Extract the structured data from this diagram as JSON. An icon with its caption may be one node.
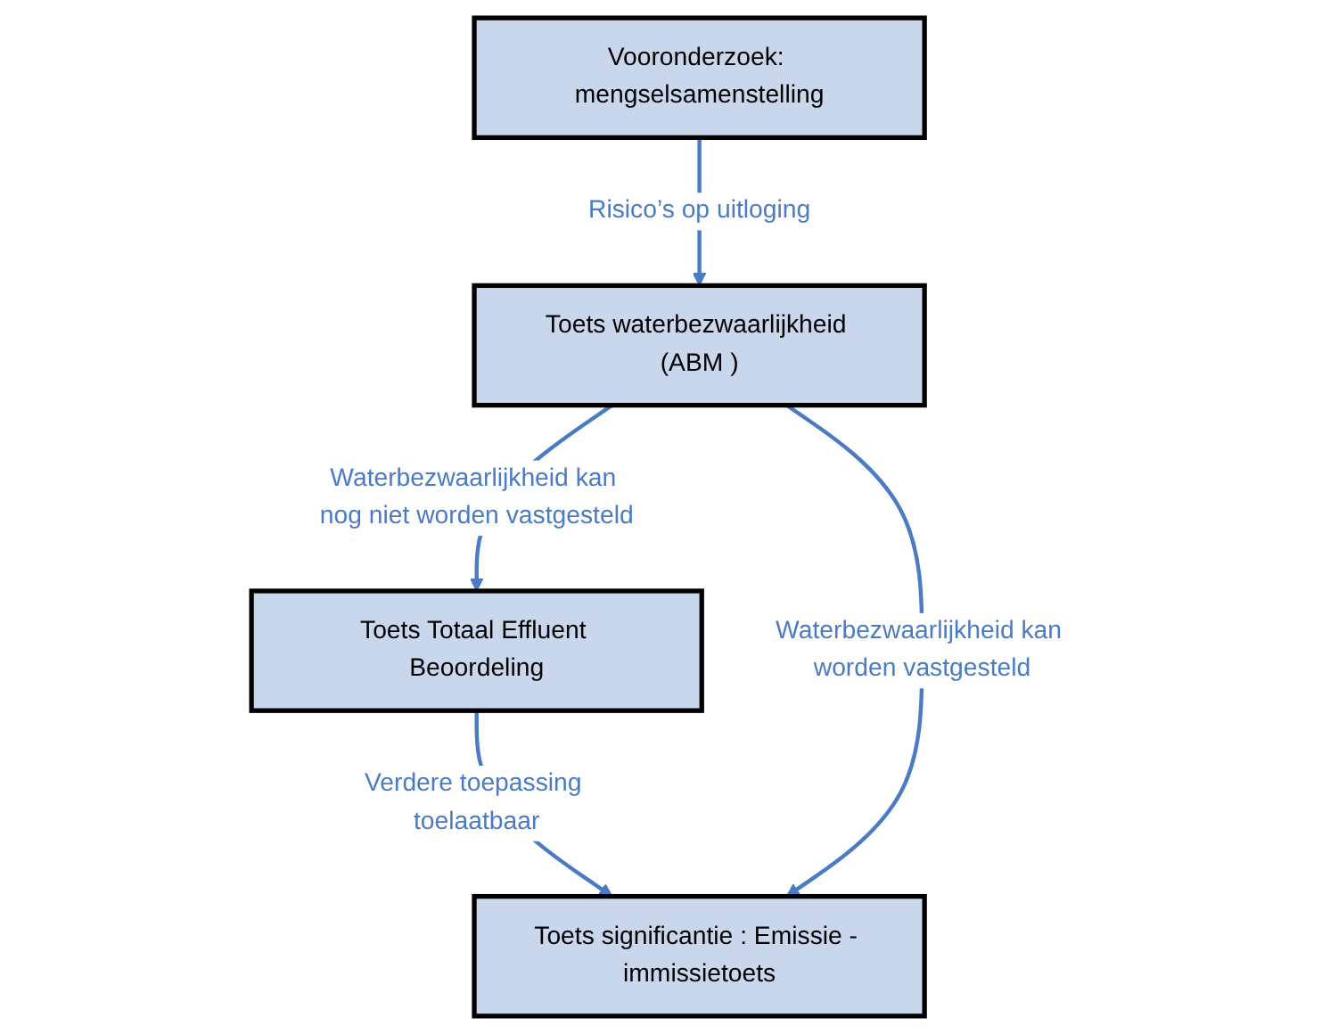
{
  "diagram": {
    "nodes": [
      {
        "text": [
          "Vooronderzoek: mengselsamenstelling"
        ]
      },
      {
        "text": [
          "Toets waterbezwaarlijkheid (ABM )"
        ]
      },
      {
        "text": [
          "Toets Totaal Effluent Beoordeling"
        ]
      },
      {
        "text": [
          "Toets significantie : Emissie - immissietoets"
        ]
      }
    ],
    "edges": [
      {
        "from": 0,
        "to": 1,
        "arrow": "to",
        "label": "Risico’s op uitloging"
      },
      {
        "from": 1,
        "to": 2,
        "arrow": "to",
        "label": "Waterbezwaarlijkheid kan nog niet worden vastgesteld"
      },
      {
        "from": 2,
        "to": 3,
        "arrow": "to",
        "label": "Verdere toepassing toelaatbaar"
      },
      {
        "from": 1,
        "to": 3,
        "arrow": "to",
        "label": "Waterbezwaarlijkheid kan worden vastgesteld"
      }
    ]
  }
}
